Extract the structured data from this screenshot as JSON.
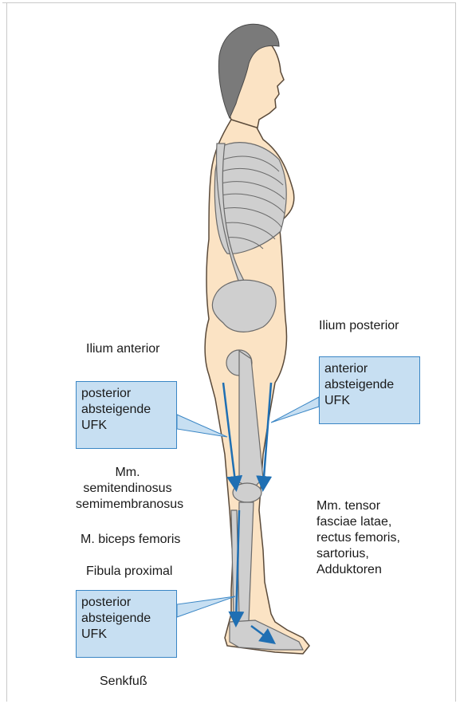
{
  "labels": {
    "ilium_anterior": "Ilium anterior",
    "ilium_posterior": "Ilium posterior",
    "mm_semi": "Mm.\nsemitendinosus\nsemimembranosus",
    "biceps": "M. biceps femoris",
    "fibula": "Fibula proximal",
    "tensor": "Mm. tensor\nfasciae latae,\nrectus femoris,\nsartorius,\nAdduktoren",
    "senkfuss": "Senkfuß"
  },
  "boxes": {
    "posterior_upper": "posterior\nabsteigende\nUFK",
    "anterior": "anterior\nabsteigende\nUFK",
    "posterior_lower": "posterior\nabsteigende\nUFK"
  },
  "colors": {
    "skin": "#fbe3c4",
    "skin_outline": "#5a4a3a",
    "hair": "#7a7a7a",
    "bone": "#cfcfcf",
    "bone_outline": "#6a6a6a",
    "arrow": "#1f6fb3",
    "box_fill": "#c7dff2",
    "box_border": "#3a86c5"
  },
  "icons": [
    "standing-figure-illustration",
    "skeleton-illustration",
    "arrow-icon"
  ]
}
